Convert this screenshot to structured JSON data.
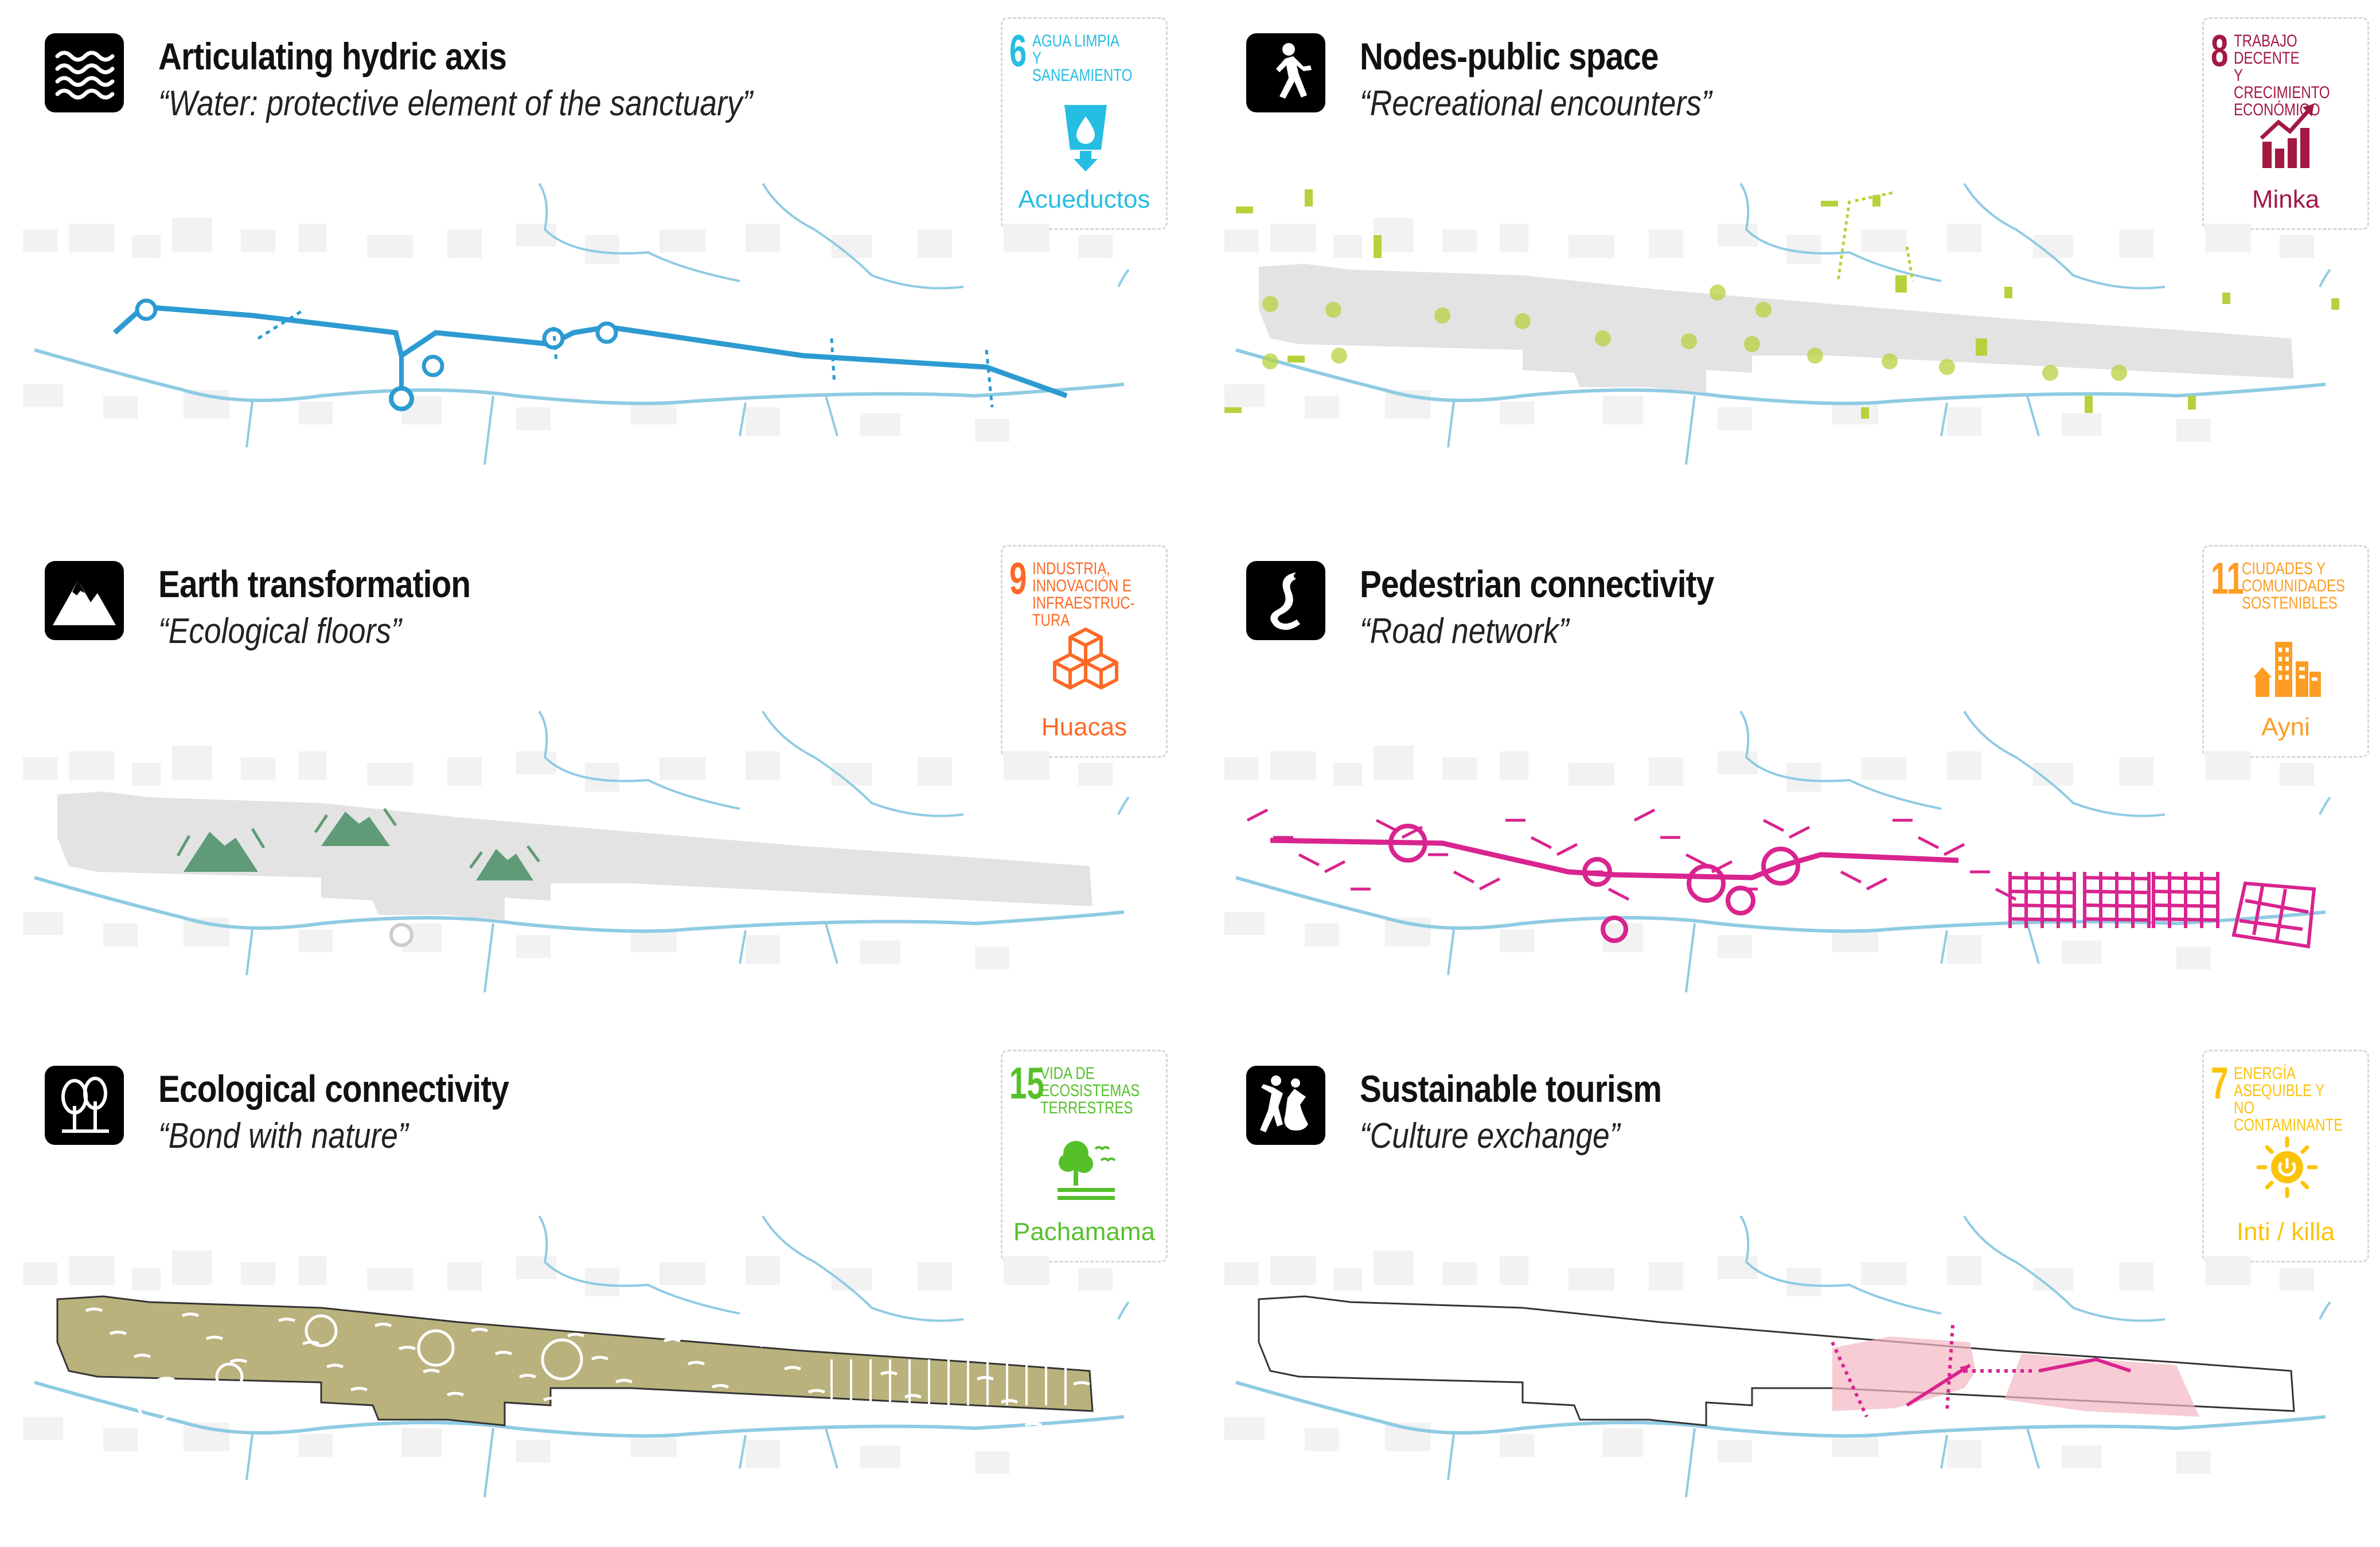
{
  "colors": {
    "water": "#8fcbe3",
    "hydric": "#2d9bd1",
    "nodes": "#b5d23d",
    "earth": "#5e9b76",
    "pedestrian": "#d9248f",
    "ecological": "#b9b27d",
    "tourism": "#f4b6c2",
    "sdg6": "#26bde2",
    "sdg8": "#a21942",
    "sdg9": "#fd6925",
    "sdg11": "#fd9d24",
    "sdg15": "#56c02b",
    "sdg7": "#fcc30b"
  },
  "panels": [
    {
      "id": "hydric",
      "icon": "waves-icon",
      "title": "Articulating hydric axis",
      "subtitle": "“Water: protective element of the sanctuary”",
      "sdg": {
        "number": "6",
        "text": "AGUA LIMPIA\nY SANEAMIENTO",
        "label": "Acueductos",
        "icon": "water-drop-icon",
        "color": "#26bde2"
      }
    },
    {
      "id": "nodes",
      "icon": "walking-person-icon",
      "title": "Nodes-public space",
      "subtitle": "“Recreational encounters”",
      "sdg": {
        "number": "8",
        "text": "TRABAJO\nDECENTE\nY CRECIMIENTO\nECONÓMICO",
        "label": "Minka",
        "icon": "growth-chart-icon",
        "color": "#a21942"
      }
    },
    {
      "id": "earth",
      "icon": "mountain-icon",
      "title": "Earth transformation",
      "subtitle": "“Ecological floors”",
      "sdg": {
        "number": "9",
        "text": "INDUSTRIA,\nINNOVACIÓN E\nINFRAESTRUC-\nTURA",
        "label": "Huacas",
        "icon": "cubes-icon",
        "color": "#fd6925"
      }
    },
    {
      "id": "pedestrian",
      "icon": "serpent-icon",
      "title": "Pedestrian connectivity",
      "subtitle": "“Road network”",
      "sdg": {
        "number": "11",
        "text": "CIUDADES Y\nCOMUNIDADES\nSOSTENIBLES",
        "label": "Ayni",
        "icon": "city-icon",
        "color": "#fd9d24"
      }
    },
    {
      "id": "ecological",
      "icon": "trees-icon",
      "title": "Ecological connectivity",
      "subtitle": "“Bond with nature”",
      "sdg": {
        "number": "15",
        "text": "VIDA DE\nECOSISTEMAS\nTERRESTRES",
        "label": "Pachamama",
        "icon": "tree-birds-icon",
        "color": "#56c02b"
      }
    },
    {
      "id": "tourism",
      "icon": "dancers-icon",
      "title": "Sustainable tourism",
      "subtitle": "“Culture exchange”",
      "sdg": {
        "number": "7",
        "text": "ENERGÍA\nASEQUIBLE Y NO\nCONTAMINANTE",
        "label": "Inti / killa",
        "icon": "sun-icon",
        "color": "#fcc30b"
      }
    }
  ]
}
